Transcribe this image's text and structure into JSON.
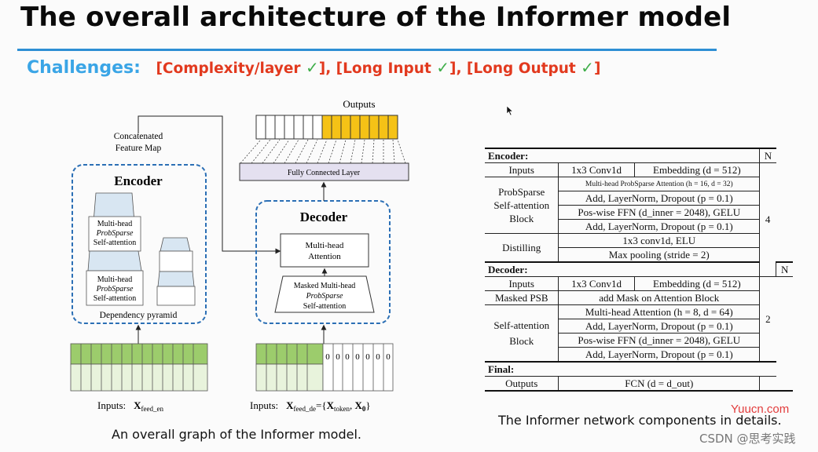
{
  "slide": {
    "title": "The overall architecture of the Informer model",
    "challenges_label": "Challenges:",
    "challenges": [
      {
        "text": "[Complexity/layer ",
        "check": "✓",
        "close": "],"
      },
      {
        "text": " [Long Input ",
        "check": "✓",
        "close": "],"
      },
      {
        "text": " [Long Output ",
        "check": "✓",
        "close": "]"
      }
    ],
    "colors": {
      "title_rule": "#2e8fd4",
      "challenges_label": "#3aa5e6",
      "challenge_text": "#e2391e",
      "check": "#3fae4a"
    }
  },
  "diagram": {
    "outputs_label": "Outputs",
    "concat_label_1": "Concatenated",
    "concat_label_2": "Feature Map",
    "fc_label": "Fully Connected Layer",
    "encoder_title": "Encoder",
    "encoder_block1": [
      "Multi-head",
      "ProbSparse",
      "Self-attention"
    ],
    "encoder_block2": [
      "Multi-head",
      "ProbSparse",
      "Self-attention"
    ],
    "dependency_label": "Dependency pyramid",
    "decoder_title": "Decoder",
    "dec_attention": [
      "Multi-head",
      "Attention"
    ],
    "dec_masked": [
      "Masked Multi-head",
      "ProbSparse",
      "Self-attention"
    ],
    "zero_token": "0",
    "inputs_enc": {
      "prefix": "Inputs:",
      "symbol": "X",
      "sub": "feed_en"
    },
    "inputs_dec": {
      "prefix": "Inputs:",
      "symbol": "X",
      "sub": "feed_de",
      "eq": "={",
      "tok": "X",
      "tok_sub": "token",
      "sep": ", ",
      "zero": "X",
      "zero_sub": "0",
      "close": "}"
    },
    "caption": "An overall graph of the Informer model.",
    "colors": {
      "dashed": "#2b6fb5",
      "input_green": "#9ccc6c",
      "input_light": "#e8f3dc",
      "output_yellow": "#f5c216",
      "fc_fill": "#e4e0f0",
      "block_fill": "#d8e6f2"
    }
  },
  "table": {
    "caption": "The Informer network components in details.",
    "encoder": {
      "header": "Encoder:",
      "n_header": "N",
      "inputs": {
        "label": "Inputs",
        "conv": "1x3 Conv1d",
        "emb": "Embedding (d = 512)"
      },
      "probsparse": {
        "label_1": "ProbSparse",
        "label_2": "Self-attention",
        "label_3": "Block",
        "rows": [
          "Multi-head ProbSparse Attention (h = 16, d = 32)",
          "Add, LayerNorm, Dropout (p = 0.1)",
          "Pos-wise FFN (d_inner = 2048), GELU",
          "Add, LayerNorm, Dropout (p = 0.1)"
        ]
      },
      "distilling": {
        "label": "Distilling",
        "rows": [
          "1x3 conv1d, ELU",
          "Max pooling (stride = 2)"
        ]
      },
      "n_value": "4"
    },
    "decoder": {
      "header": "Decoder:",
      "n_header": "N",
      "inputs": {
        "label": "Inputs",
        "conv": "1x3 Conv1d",
        "emb": "Embedding (d = 512)"
      },
      "masked": {
        "label": "Masked PSB",
        "desc": "add Mask on Attention Block"
      },
      "selfatt": {
        "label_1": "Self-attention",
        "label_2": "Block",
        "rows": [
          "Multi-head Attention (h = 8, d = 64)",
          "Add, LayerNorm, Dropout (p = 0.1)",
          "Pos-wise FFN (d_inner = 2048), GELU",
          "Add, LayerNorm, Dropout (p = 0.1)"
        ]
      },
      "n_value": "2"
    },
    "final": {
      "header": "Final:",
      "outputs_label": "Outputs",
      "fcn": "FCN (d = d_out)"
    }
  },
  "watermark": {
    "site": "Yuucn.com",
    "csdn": "CSDN @思考实践"
  }
}
